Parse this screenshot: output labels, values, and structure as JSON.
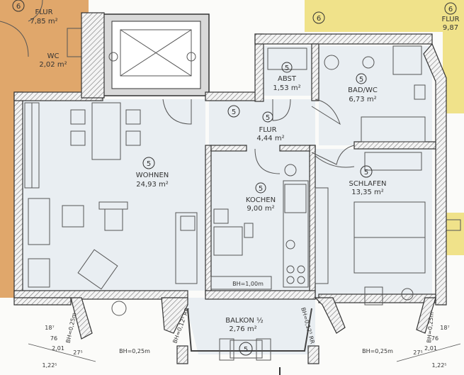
{
  "rooms": {
    "flur_neighbor": {
      "badge": "6",
      "name": "FLUR",
      "area": "7,85 m²"
    },
    "wc_neighbor": {
      "name": "WC",
      "area": "2,02 m²"
    },
    "flur_right_neighbor": {
      "badge": "6",
      "name": "FLUR",
      "area": "9,87"
    },
    "abst": {
      "badge": "5",
      "name": "ABST",
      "area": "1,53 m²"
    },
    "bad": {
      "badge": "5",
      "name": "BAD/WC",
      "area": "6,73 m²"
    },
    "flur": {
      "badge": "5",
      "name": "FLUR",
      "area": "4,44 m²"
    },
    "flur_extra_badge": "5",
    "wohnen": {
      "badge": "5",
      "name": "WOHNEN",
      "area": "24,93 m²"
    },
    "kochen": {
      "badge": "5",
      "name": "KOCHEN",
      "area": "9,00 m²"
    },
    "schlafen": {
      "badge": "5",
      "name": "SCHLAFEN",
      "area": "13,35 m²"
    },
    "balkon": {
      "name": "BALKON ½",
      "area": "2,76 m²",
      "badge": "5"
    },
    "stair_badge": "6"
  },
  "annotations": {
    "bh_kitchen": "BH=1,00m",
    "bh_left_a": "BH=0,25m",
    "bh_left_b": "BH=0,25m",
    "bh_right_a": "BH=0,25m",
    "bh_right_b": "BH=0,25m",
    "dim_left_1": "1,22⁵",
    "dim_left_2": "2,01",
    "dim_left_3": "76",
    "dim_left_4": "18⁷",
    "dim_left_5": "27⁵",
    "dim_right_1": "1,22⁵",
    "dim_right_2": "2,01",
    "dim_right_3": "76",
    "dim_right_4": "18⁷",
    "dim_right_5": "27⁵",
    "bh_balkon_l": "BH=0,12⁵ RR",
    "bh_balkon_r": "BH=0,12⁵ RR"
  },
  "colors": {
    "neighbor_left": "#e0a76b",
    "neighbor_right": "#f0e28a",
    "room_fill": "#e9eef2"
  }
}
